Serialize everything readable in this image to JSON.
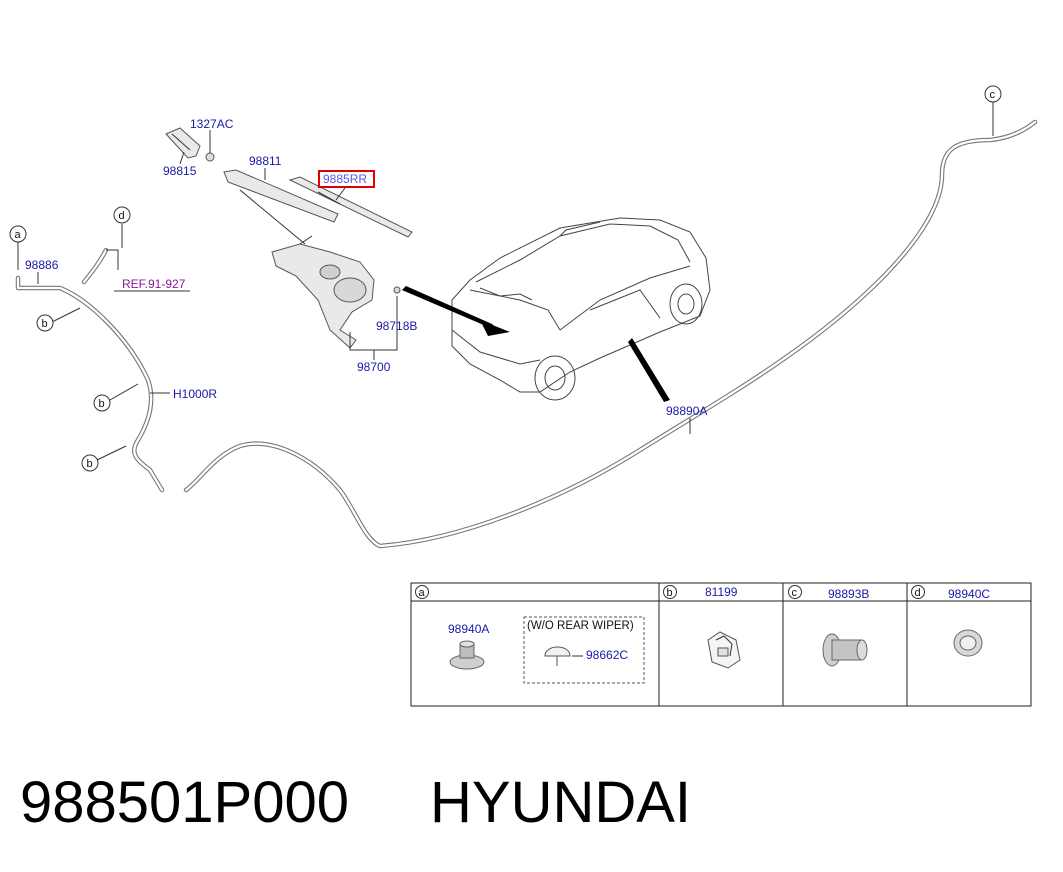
{
  "callouts": {
    "c1327ac": "1327AC",
    "c98815": "98815",
    "c98811": "98811",
    "c9885rr": "9885RR",
    "c98886": "98886",
    "ref": "REF.91-927",
    "c98718b": "98718B",
    "c98700": "98700",
    "h1000r": "H1000R",
    "c98890a": "98890A"
  },
  "circle_labels": {
    "a": "a",
    "b": "b",
    "c": "c",
    "d": "d"
  },
  "parts_table": {
    "a": {
      "letter": "a",
      "part1": "98940A",
      "note": "(W/O REAR WIPER)",
      "part2": "98662C"
    },
    "b": {
      "letter": "b",
      "part": "81199"
    },
    "c": {
      "letter": "c",
      "part": "98893B"
    },
    "d": {
      "letter": "d",
      "part": "98940C"
    }
  },
  "footer": {
    "part_number": "988501P000",
    "brand": "HYUNDAI"
  },
  "colors": {
    "part_number_text": "#1a1aa8",
    "reference_text": "#8a1a9a",
    "highlight_box": "#e00000"
  }
}
